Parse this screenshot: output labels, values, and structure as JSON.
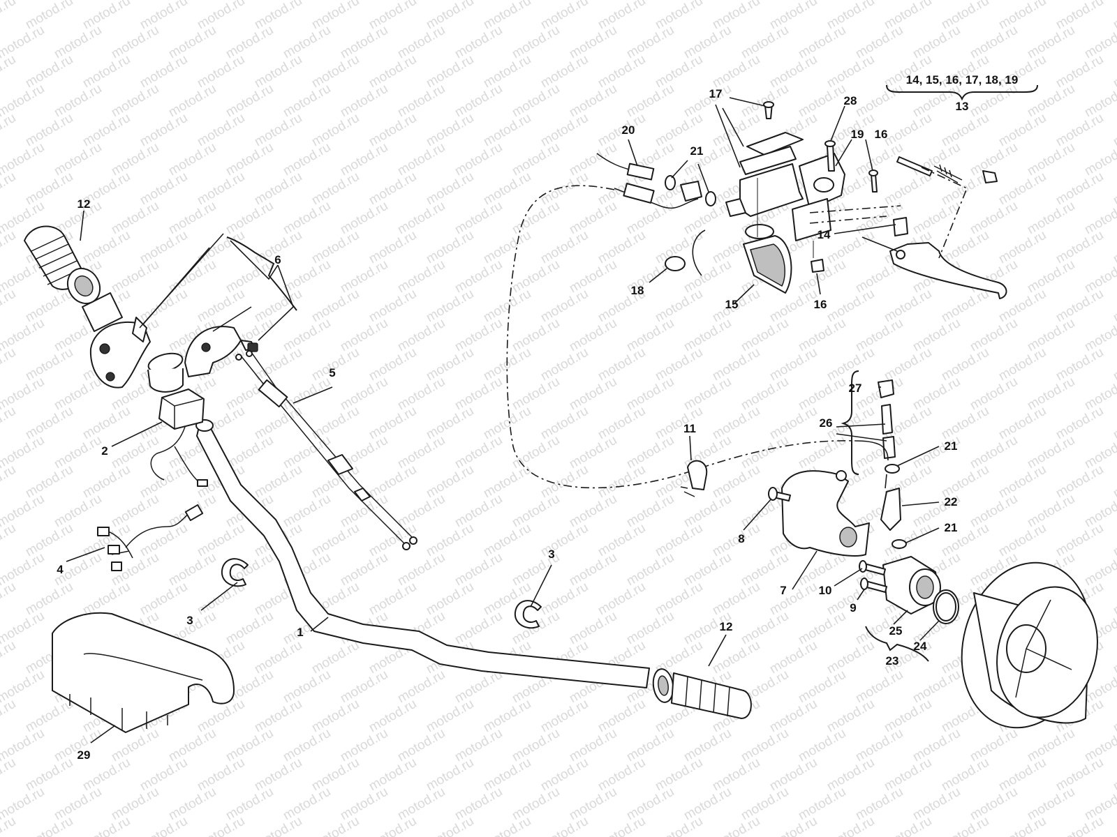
{
  "watermark": "motod.ru",
  "group_label_13_members": "14, 15, 16, 17, 18, 19",
  "callouts": {
    "c1": "1",
    "c2": "2",
    "c3a": "3",
    "c3b": "3",
    "c4": "4",
    "c5": "5",
    "c6": "6",
    "c7": "7",
    "c8": "8",
    "c9": "9",
    "c10": "10",
    "c11": "11",
    "c12a": "12",
    "c12b": "12",
    "c13": "13",
    "c14": "14",
    "c15": "15",
    "c16a": "16",
    "c16b": "16",
    "c17": "17",
    "c18": "18",
    "c19": "19",
    "c20": "20",
    "c21a": "21",
    "c21b": "21",
    "c21c": "21",
    "c22": "22",
    "c23": "23",
    "c24": "24",
    "c25": "25",
    "c26": "26",
    "c27": "27",
    "c28": "28",
    "c29": "29"
  }
}
